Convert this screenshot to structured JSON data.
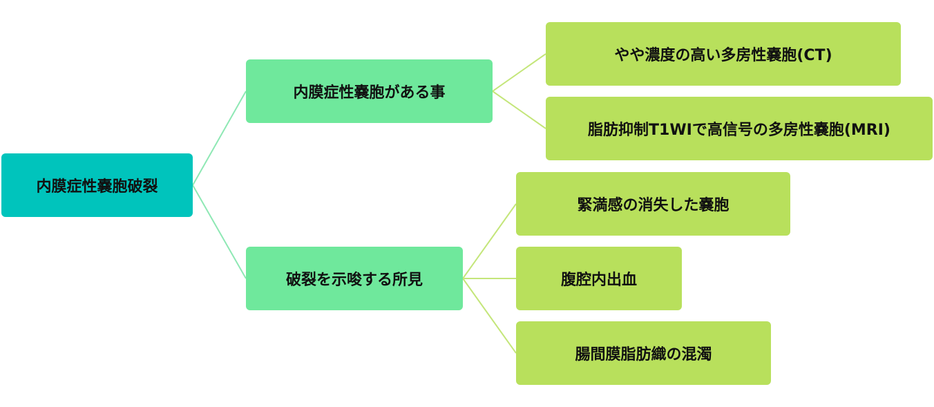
{
  "colors": {
    "root": "#00c4bc",
    "level1": "#6fe89c",
    "level2": "#b8e05c",
    "connector_root": "#8ee8b4",
    "connector_leaf": "#c4e67a"
  },
  "root": {
    "label": "内膜症性嚢胞破裂"
  },
  "branches": [
    {
      "label": "内膜症性嚢胞がある事",
      "children": [
        {
          "label": "やや濃度の高い多房性嚢胞(CT)"
        },
        {
          "label": "脂肪抑制T1WIで高信号の多房性嚢胞(MRI)"
        }
      ]
    },
    {
      "label": "破裂を示唆する所見",
      "children": [
        {
          "label": "緊満感の消失した嚢胞"
        },
        {
          "label": "腹腔内出血"
        },
        {
          "label": "腸間膜脂肪織の混濁"
        }
      ]
    }
  ]
}
